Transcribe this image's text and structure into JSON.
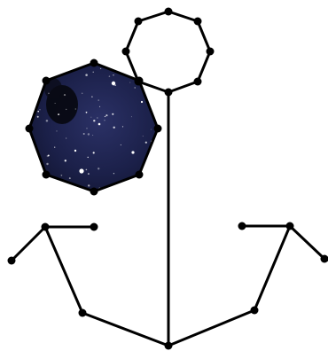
{
  "diagram": {
    "kind": "dot-and-line anchor figure",
    "colors": {
      "background": "#ffffff",
      "line": "#000000",
      "node": "#000000",
      "sky_deep": "#14183a",
      "sky_mid": "#23295a",
      "sky_dust": "#0b0c18",
      "star": "#ffffff"
    },
    "parts": [
      {
        "name": "top-ring",
        "shape": "octagon",
        "fill": "none"
      },
      {
        "name": "starfield-ring",
        "shape": "octagon",
        "fill": "night-sky-photo"
      },
      {
        "name": "shank",
        "shape": "vertical-line"
      },
      {
        "name": "left-arm",
        "shape": "hook"
      },
      {
        "name": "right-arm",
        "shape": "hook"
      }
    ]
  }
}
